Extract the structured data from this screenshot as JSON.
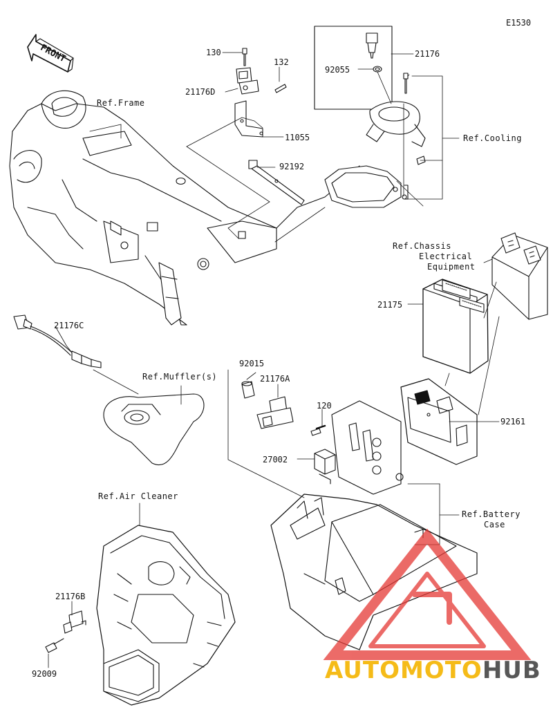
{
  "diagram_code": "E1530",
  "front_label": "FRONT",
  "parts": {
    "p130": "130",
    "p132": "132",
    "p21176D": "21176D",
    "p11055": "11055",
    "p92192": "92192",
    "p21176": "21176",
    "p92055": "92055",
    "p21176C": "21176C",
    "p21175": "21175",
    "p92015": "92015",
    "p21176A": "21176A",
    "p120": "120",
    "p27002": "27002",
    "p92161": "92161",
    "p21176B": "21176B",
    "p92009": "92009"
  },
  "refs": {
    "frame": "Ref.Frame",
    "cooling": "Ref.Cooling",
    "chassis_l1": "Ref.Chassis",
    "chassis_l2": "Electrical",
    "chassis_l3": "Equipment",
    "muffler": "Ref.Muffler(s)",
    "air_cleaner": "Ref.Air Cleaner",
    "battery_l1": "Ref.Battery",
    "battery_l2": "Case"
  },
  "watermark": {
    "part1": "AUTOMOTO",
    "part2": "HUB",
    "color_primary": "#f4b400",
    "color_secondary": "#3a3a3a",
    "triangle_color": "#e53935"
  }
}
